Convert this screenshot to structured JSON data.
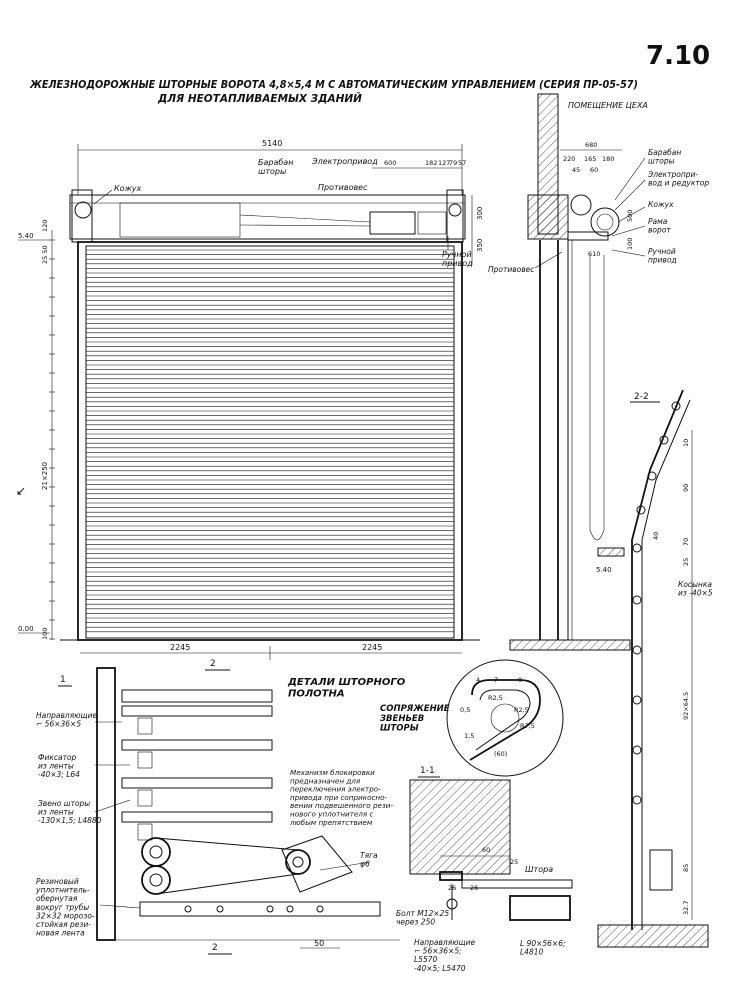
{
  "sheet_number": "7.10",
  "title": {
    "line1": "ЖЕЛЕЗНОДОРОЖНЫЕ ШТОРНЫЕ ВОРОТА 4,8×5,4 М С АВТОМАТИЧЕСКИМ УПРАВЛЕНИЕМ (СЕРИЯ ПР-05-57)",
    "line2": "ДЛЯ НЕОТАПЛИВАЕМЫХ ЗДАНИЙ"
  },
  "elevation": {
    "overall_width": "5140",
    "top_dims": [
      "600",
      "182",
      "127",
      "79",
      "57"
    ],
    "half_widths": [
      "2245",
      "2245"
    ],
    "left_dims": [
      "5.40",
      "120",
      "25 50",
      "21×250",
      "0.00",
      "100"
    ],
    "right_dims": [
      "300",
      "350"
    ],
    "labels": {
      "drum": "Барабан\nшторы",
      "motor": "Электропривод",
      "casing": "Кожух",
      "counterweight": "Противовес",
      "manual_drive": "Ручной\nпривод"
    },
    "section_marks": [
      "2",
      "2"
    ]
  },
  "side_section": {
    "room_label": "ПОМЕЩЕНИЕ ЦЕХА",
    "dims": [
      "680",
      "220",
      "165",
      "180",
      "45",
      "60",
      "500",
      "100",
      "610"
    ],
    "labels": {
      "drum": "Барабан\nшторы",
      "motor": "Электропри-\nвод и редуктор",
      "casing": "Кожух",
      "frame": "Рама\nворот",
      "manual_drive": "Ручной\nпривод",
      "counterweight": "Противовес"
    },
    "level": "5.40"
  },
  "section_2_2": {
    "label": "2-2",
    "dims": [
      "10",
      "90",
      "40",
      "70",
      "25",
      "92×64.5",
      "85",
      "32.7"
    ],
    "gusset": "Косынка\nиз -40×5"
  },
  "details": {
    "heading": "ДЕТАЛИ ШТОРНОГО\nПОЛОТНА",
    "mark": "1",
    "guides": "Направляющие\n⌐ 56×36×5",
    "latch": "Фиксатор\nиз ленты\n-40×3; L64",
    "link": "Звено шторы\nиз ленты\n-130×1,5; L4880",
    "seal": "Резиновый\nуплотнитель-\nобернутая\nвокруг трубы\n32×32 морозо-\nстойкая рези-\nновая лента",
    "mechanism": "Механизм блокировки\nпредназначен для\nпереключения электро-\nпривода при соприкосно-\nвении подвешенного рези-\nнового уплотнителя с\nлюбым препятствием",
    "rod": "Тяга\nφ6",
    "dim": "50",
    "bottom_mark": "2"
  },
  "joint": {
    "heading": "СОПРЯЖЕНИЕ\nЗВЕНЬЕВ\nШТОРЫ",
    "dims": [
      "4",
      "7",
      "9",
      "R2,5",
      "0,5",
      "1,5",
      "R2,5",
      "R7,5",
      "(60)"
    ]
  },
  "section_1_1": {
    "label": "1-1",
    "dims": [
      "60",
      "25",
      "26",
      "26"
    ],
    "curtain": "Штора",
    "bolt": "Болт М12×25\nчерез 250",
    "guides": "Направляющие\n⌐ 56×36×5;\nL5570\n-40×5; L5470",
    "angle": "L 90×56×6;\nL4810"
  }
}
